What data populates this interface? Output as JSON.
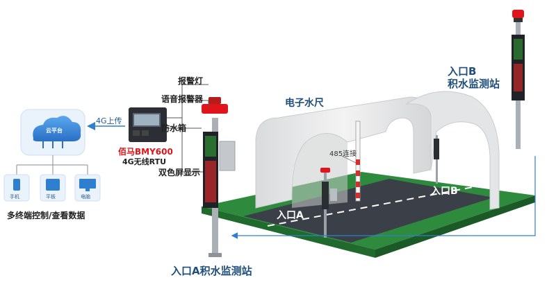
{
  "labels": {
    "alarm_light": "报警灯",
    "voice_alarm": "语音报警器",
    "waterproof_box": "防水箱",
    "dual_screen": "双色屏显示",
    "upload": "4G上传",
    "rtu_model": "佰马BMY600",
    "rtu_desc": "4G无线RTU",
    "water_gauge": "电子水尺",
    "conn_485": "485连接",
    "entrance_b_title_1": "入口B",
    "entrance_b_title_2": "积水监测站",
    "entrance_a_station": "入口A积水监测站",
    "road_a": "入口A",
    "road_b": "入口B",
    "cloud": "云平台",
    "devices": [
      "手机",
      "平板",
      "电脑"
    ],
    "multi_terminal": "多终端控制/查看数据"
  },
  "colors": {
    "ground": "#2e8b3e",
    "road": "#3b4048",
    "tunnel": "#e9eaea",
    "accent_blue": "#2f7fd0",
    "alarm_red": "#e0151b"
  }
}
